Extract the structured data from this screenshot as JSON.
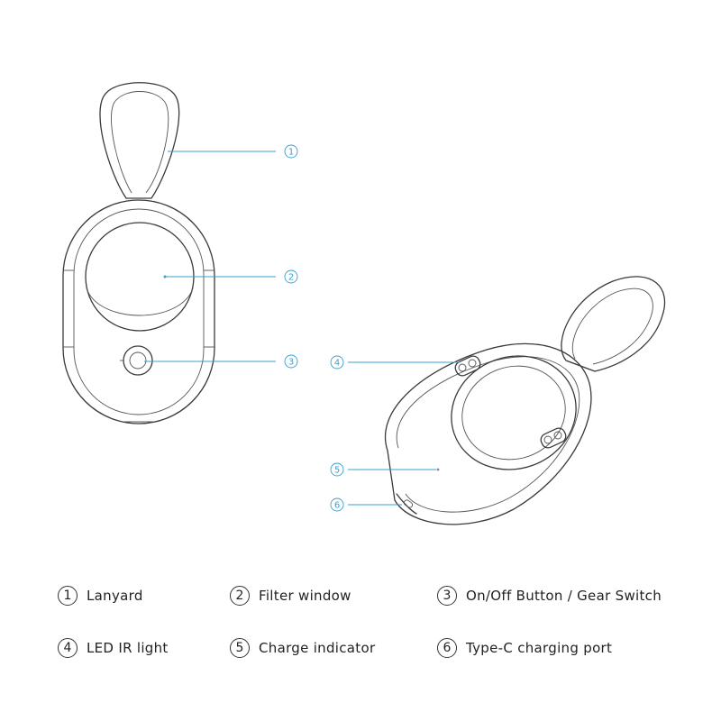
{
  "callouts": [
    {
      "num": "1"
    },
    {
      "num": "2"
    },
    {
      "num": "3"
    },
    {
      "num": "4"
    },
    {
      "num": "5"
    },
    {
      "num": "6"
    }
  ],
  "legend": [
    {
      "num": "1",
      "label": "Lanyard"
    },
    {
      "num": "2",
      "label": "Filter window"
    },
    {
      "num": "3",
      "label": "On/Off Button / Gear Switch"
    },
    {
      "num": "4",
      "label": "LED IR light"
    },
    {
      "num": "5",
      "label": "Charge indicator"
    },
    {
      "num": "6",
      "label": "Type-C charging port"
    }
  ],
  "colors": {
    "callout": "#3aa0cf",
    "outline": "#3a3a3a"
  }
}
